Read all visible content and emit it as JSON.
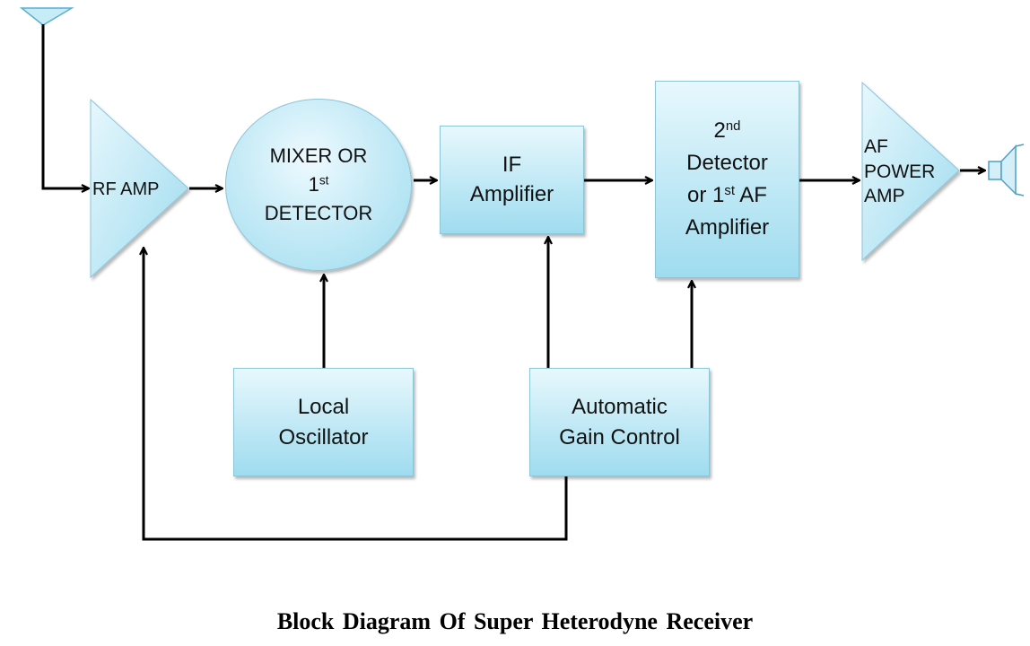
{
  "diagram": {
    "blocks": {
      "rf_amp": {
        "label": "RF AMP"
      },
      "mixer": {
        "line1": "MIXER OR",
        "line2_base": "1",
        "line2_sup": "st",
        "line3": "DETECTOR"
      },
      "if_amp": {
        "line1": "IF",
        "line2": "Amplifier"
      },
      "second_detector": {
        "line1_base": "2",
        "line1_sup": "nd",
        "line2": "Detector",
        "line3_pre": "or 1",
        "line3_sup": "st",
        "line3_post": " AF",
        "line4": "Amplifier"
      },
      "af_power_amp": {
        "line1": "AF",
        "line2": "POWER",
        "line3": "AMP"
      },
      "local_oscillator": {
        "line1": "Local",
        "line2": "Oscillator"
      },
      "agc": {
        "line1": "Automatic",
        "line2": "Gain Control"
      }
    },
    "caption": "Block Diagram  Of Super Heterodyne  Receiver",
    "colors": {
      "block_fill_top": "#e8f8fd",
      "block_fill_bottom": "#9fdcef",
      "block_border": "#8cc4d8",
      "wire": "#000000"
    },
    "icons": [
      "antenna-icon",
      "speaker-icon"
    ]
  }
}
